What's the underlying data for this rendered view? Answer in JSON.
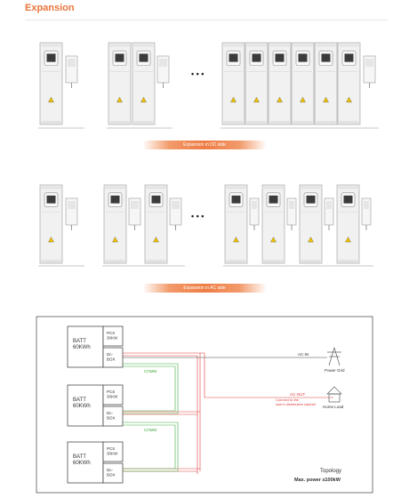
{
  "title": "Expansion",
  "dc_banner": "Expansion in DC side",
  "ac_banner": "Expansion in AC side",
  "ellipsis": "• • •",
  "topology": {
    "units": [
      {
        "batt": "BATT\n60KWh",
        "pcs": "PCS\n30KW",
        "dcbox": "Dc-\nBOX"
      },
      {
        "batt": "BATT\n60KWh",
        "pcs": "PCS\n30KW",
        "dcbox": "Dc-\nBOX"
      },
      {
        "batt": "BATT\n60KWh",
        "pcs": "PCS\n30KW",
        "dcbox": "Dc-\nBOX"
      }
    ],
    "comm_label": "COMM",
    "ac_in": "AC-IN",
    "ac_out": "AC-OUT",
    "ac_out_note": "Connect to the\nuser's distribution cabinet",
    "power_grid": "Power Grid",
    "home_load": "Home Load",
    "caption_title": "Topology",
    "caption_power": "Max. power ≤100kW"
  },
  "colors": {
    "accent": "#e8743b",
    "comm": "#3cab3c",
    "ac_out": "#e03a3a",
    "line": "#333333"
  }
}
